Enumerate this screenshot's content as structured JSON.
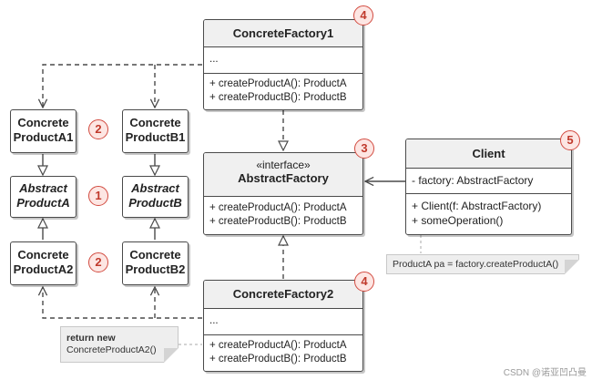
{
  "classes": {
    "factory1": {
      "title": "ConcreteFactory1",
      "field": "...",
      "methods": [
        "+ createProductA(): ProductA",
        "+ createProductB(): ProductB"
      ],
      "badge": "4"
    },
    "abstract_factory": {
      "stereotype": "«interface»",
      "title": "AbstractFactory",
      "methods": [
        "+ createProductA(): ProductA",
        "+ createProductB(): ProductB"
      ],
      "badge": "3"
    },
    "factory2": {
      "title": "ConcreteFactory2",
      "field": "...",
      "methods": [
        "+ createProductA(): ProductA",
        "+ createProductB(): ProductB"
      ],
      "badge": "4"
    },
    "client": {
      "title": "Client",
      "field": "- factory: AbstractFactory",
      "methods": [
        "+ Client(f: AbstractFactory)",
        "+ someOperation()"
      ],
      "badge": "5"
    },
    "product_a1": {
      "line1": "Concrete",
      "line2": "ProductA1",
      "badge": "2"
    },
    "product_b1": {
      "line1": "Concrete",
      "line2": "ProductB1"
    },
    "abstract_a": {
      "line1": "Abstract",
      "line2": "ProductA",
      "badge": "1"
    },
    "abstract_b": {
      "line1": "Abstract",
      "line2": "ProductB"
    },
    "product_a2": {
      "line1": "Concrete",
      "line2": "ProductA2",
      "badge": "2"
    },
    "product_b2": {
      "line1": "Concrete",
      "line2": "ProductB2"
    }
  },
  "notes": {
    "client_note": "ProductA pa = factory.createProductA()",
    "factory2_note_line1": "return new",
    "factory2_note_line2": "ConcreteProductA2()"
  },
  "watermark": "CSDN @诺亚凹凸曼",
  "colors": {
    "border": "#4a4a4a",
    "header_fill": "#f0f0f0",
    "badge_border": "#d24b40",
    "badge_fill": "#fde6e3",
    "note_fill": "#eeeeee"
  }
}
